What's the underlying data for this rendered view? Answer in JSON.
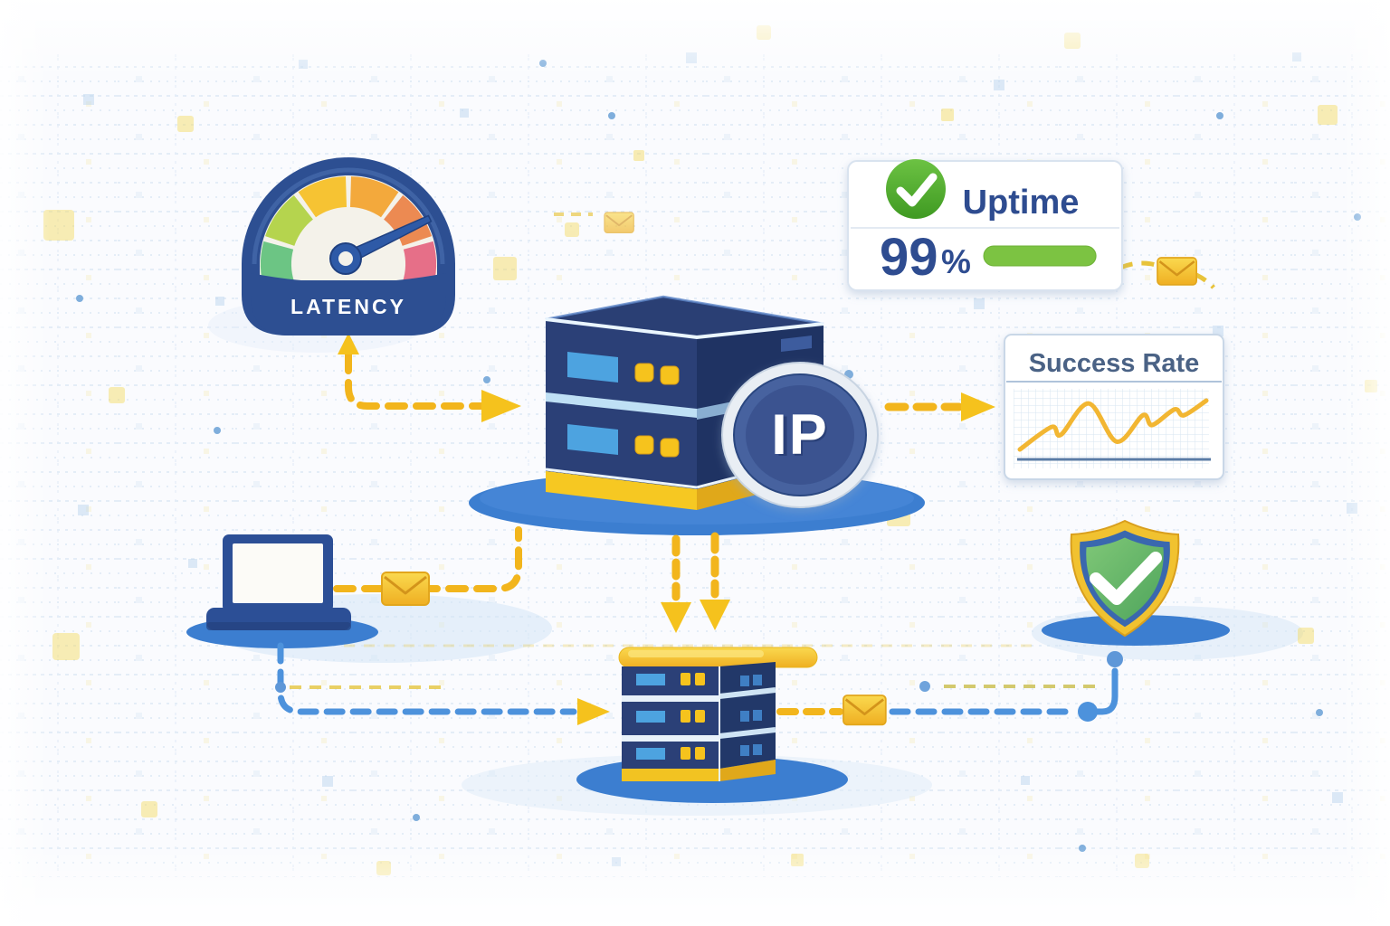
{
  "gauge": {
    "label": "LATENCY",
    "segments": [
      {
        "color": "#6CC584"
      },
      {
        "color": "#B5D44E"
      },
      {
        "color": "#F6C333"
      },
      {
        "color": "#F3A93C"
      },
      {
        "color": "#EC8A52"
      },
      {
        "color": "#E66F88"
      }
    ]
  },
  "ip_badge": {
    "label": "IP"
  },
  "uptime_card": {
    "title": "Uptime",
    "value_number": "99",
    "value_unit": "%",
    "progress_percent": 99
  },
  "success_card": {
    "title": "Success Rate",
    "sparkline": {
      "type": "line",
      "color": "#F2B632",
      "points_norm": [
        [
          0.0,
          1.0
        ],
        [
          0.17,
          0.54
        ],
        [
          0.22,
          0.7
        ],
        [
          0.37,
          0.06
        ],
        [
          0.52,
          0.84
        ],
        [
          0.66,
          0.3
        ],
        [
          0.71,
          0.5
        ],
        [
          0.83,
          0.18
        ],
        [
          0.88,
          0.3
        ],
        [
          1.0,
          0.0
        ]
      ]
    }
  },
  "icons": {
    "gauge": "latency-gauge",
    "check": "checkmark",
    "envelope": "mail-envelope",
    "shield": "security-shield",
    "server": "server-rack",
    "laptop": "client-laptop",
    "ip": "ip-address-badge"
  },
  "colors": {
    "accent_gold": "#F2B51C",
    "arrowhead_gold": "#F5C21D",
    "link_blue": "#4D92DC",
    "platform_blue": "#3C7ED0",
    "navy": "#2B4077",
    "panel_blue": "#4DA3E0",
    "check_green": "#55AC30",
    "bar_green": "#7CC342",
    "text_blue": "#2E4C90",
    "text_slate": "#4A6285"
  }
}
